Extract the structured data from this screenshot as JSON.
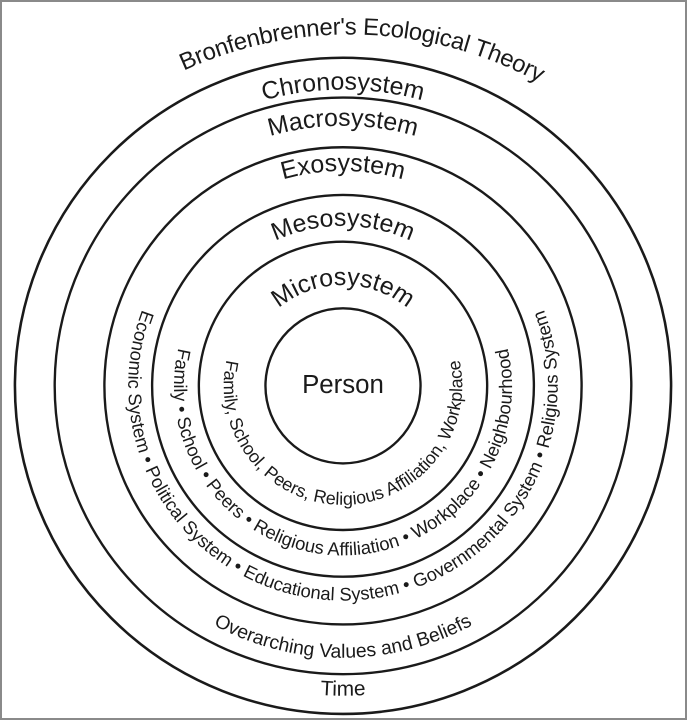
{
  "title": "Bronfenbrenner's Ecological Theory",
  "diagram": {
    "center_label": "Person",
    "rings": [
      {
        "label": "Chronosystem",
        "content": "Time"
      },
      {
        "label": "Macrosystem",
        "content": "Overarching Values and Beliefs"
      },
      {
        "label": "Exosystem",
        "content": "Economic System • Political System • Educational System • Governmental System • Religious System"
      },
      {
        "label": "Mesosystem",
        "content": "Family • School • Peers • Religious Affiliation • Workplace • Neighbourhood"
      },
      {
        "label": "Microsystem",
        "content": "Family, School, Peers, Religious Affiliation, Workplace"
      }
    ]
  },
  "colors": {
    "ink": "#1a1a1a",
    "background": "#ffffff",
    "frame": "#8a8a8a"
  }
}
